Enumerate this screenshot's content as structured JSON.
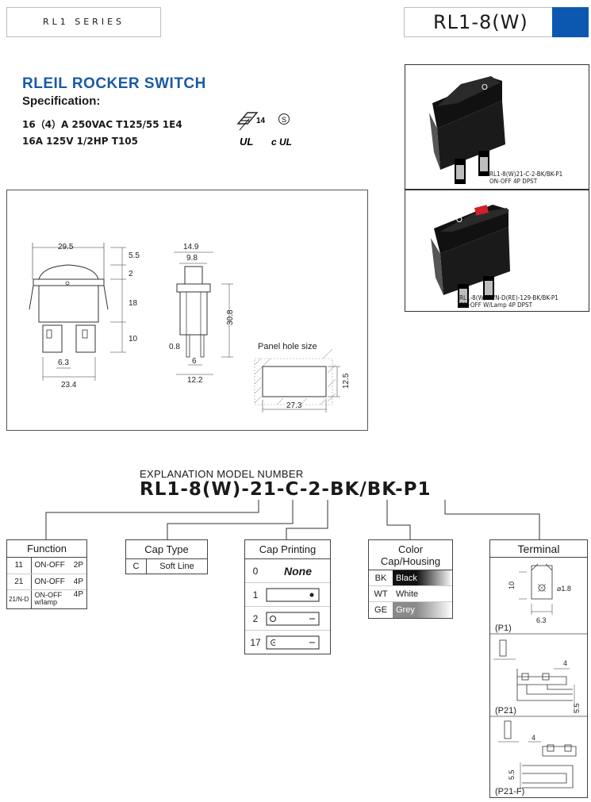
{
  "header": {
    "series": "RL1 SERIES",
    "model_title": "RL1-8(W)"
  },
  "colors": {
    "brand_blue": "#1a5aa6",
    "accent_block": "#0c58b0"
  },
  "intro": {
    "brand": "RLEIL ROCKER SWITCH",
    "spec_heading": "Specification:",
    "spec_lines": [
      "16（4）A 250VAC  T125/55  1E4",
      "16A  125V  1/2HP  T105"
    ],
    "certifications": {
      "enec": "14",
      "s_mark": "S",
      "ul": "UL",
      "cul": "c UL"
    }
  },
  "drawing": {
    "front_dims": {
      "width_top": "29.5",
      "height_cap": "5.5",
      "d2": "2",
      "d18": "18",
      "d10": "10",
      "terminal": "6.3",
      "width_bottom": "23.4"
    },
    "side_dims": {
      "w_outer": "14.9",
      "w_inner": "9.8",
      "height": "30.8",
      "pin": "0.8",
      "spacing": "6",
      "bottom": "12.2"
    },
    "panel_hole": {
      "label": "Panel hole size",
      "height": "12.5",
      "width": "27.3"
    }
  },
  "photos": [
    {
      "caption_1": "RL1-8(W)21-C-2-BK/BK-P1",
      "caption_2": "ON-OFF 4P DPST",
      "cap_mark": "O"
    },
    {
      "caption_1": "RL1-8(W)21/N-D(RE)-129-BK/BK-P1",
      "caption_2": "ON-OFF W/Lamp 4P DPST",
      "cap_mark": "O"
    }
  ],
  "explanation": {
    "heading": "EXPLANATION MODEL NUMBER",
    "model_parts": [
      "RL1-8",
      "(W)",
      "-",
      "21",
      "-",
      "C",
      "-",
      "2",
      "-",
      "BK/BK",
      "-",
      "P1"
    ]
  },
  "function": {
    "title": "Function",
    "rows": [
      {
        "code": "11",
        "desc": "ON-OFF",
        "poles": "2P"
      },
      {
        "code": "21",
        "desc": "ON-OFF",
        "poles": "4P"
      },
      {
        "code": "21/N-D",
        "desc": "ON-OFF\nw/lamp",
        "poles": "4P"
      }
    ]
  },
  "cap_type": {
    "title": "Cap Type",
    "rows": [
      {
        "code": "C",
        "desc": "Soft Line"
      }
    ]
  },
  "cap_printing": {
    "title": "Cap Printing",
    "rows": [
      {
        "code": "0",
        "desc": "None"
      },
      {
        "code": "1",
        "desc": ""
      },
      {
        "code": "2",
        "desc": ""
      },
      {
        "code": "17",
        "desc": ""
      }
    ]
  },
  "color": {
    "title_1": "Color",
    "title_2": "Cap/Housing",
    "rows": [
      {
        "code": "BK",
        "name": "Black",
        "swatch": "#1a1a1a"
      },
      {
        "code": "WT",
        "name": "White",
        "swatch": "#ffffff"
      },
      {
        "code": "GE",
        "name": "Grey",
        "swatch": "#9a9a9a"
      }
    ]
  },
  "terminal": {
    "title": "Terminal",
    "p1": {
      "label": "(P1)",
      "d10": "10",
      "hole": "1.8",
      "width": "6.3"
    },
    "p21": {
      "label": "(P21)",
      "d4": "4",
      "d55": "5.5"
    },
    "p21f": {
      "label": "(P21-F)",
      "d4": "4",
      "d55": "5.5"
    }
  }
}
